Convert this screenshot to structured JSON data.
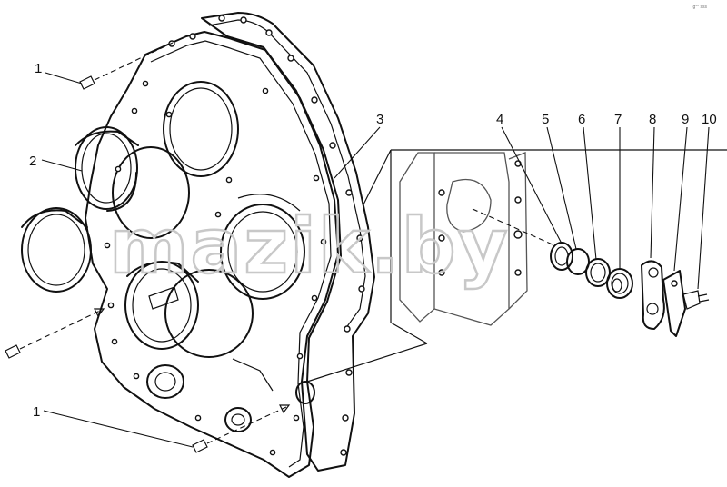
{
  "diagram": {
    "callouts": [
      {
        "id": "c1a",
        "label": "1"
      },
      {
        "id": "c2",
        "label": "2"
      },
      {
        "id": "c3",
        "label": "3"
      },
      {
        "id": "c4",
        "label": "4"
      },
      {
        "id": "c5",
        "label": "5"
      },
      {
        "id": "c6",
        "label": "6"
      },
      {
        "id": "c7",
        "label": "7"
      },
      {
        "id": "c8",
        "label": "8"
      },
      {
        "id": "c9",
        "label": "9"
      },
      {
        "id": "c10",
        "label": "10"
      },
      {
        "id": "c1b",
        "label": "1"
      }
    ],
    "watermark": "mazik.by",
    "corner_code": "g** sss"
  }
}
